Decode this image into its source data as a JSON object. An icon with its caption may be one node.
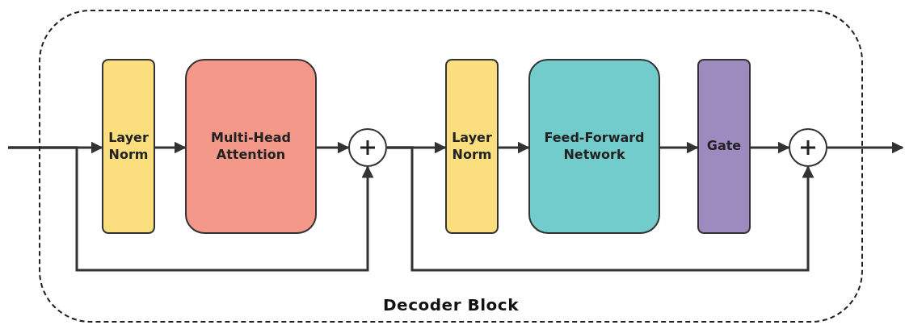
{
  "diagram": {
    "nodes": [
      {
        "text": [
          "Decoder Block"
        ]
      },
      {
        "text": [
          "Layer Norm"
        ],
        "in": 0
      },
      {
        "text": [
          "Multi-Head Attention"
        ],
        "in": 0
      },
      {
        "text": [],
        "shape": "circle",
        "in": 0
      },
      {
        "text": [
          "Layer Norm"
        ],
        "in": 0
      },
      {
        "text": [
          "Feed-Forward Network"
        ],
        "in": 0
      },
      {
        "text": [
          "Gate"
        ],
        "in": 0
      },
      {
        "text": [],
        "shape": "circle",
        "in": 0
      }
    ],
    "edges": [
      {
        "from": null,
        "to": 1,
        "arrow": "to"
      },
      {
        "from": null,
        "to": 3,
        "arrow": "to"
      },
      {
        "from": 1,
        "to": 2,
        "arrow": "to"
      },
      {
        "from": 2,
        "to": 3,
        "arrow": "to"
      },
      {
        "from": 3,
        "to": 4,
        "arrow": "to"
      },
      {
        "from": 3,
        "to": 7,
        "arrow": "to"
      },
      {
        "from": 4,
        "to": 5,
        "arrow": "to"
      },
      {
        "from": 5,
        "to": 6,
        "arrow": "to"
      },
      {
        "from": 6,
        "to": 7,
        "arrow": "to"
      },
      {
        "from": 7,
        "to": null,
        "arrow": "to"
      }
    ]
  }
}
